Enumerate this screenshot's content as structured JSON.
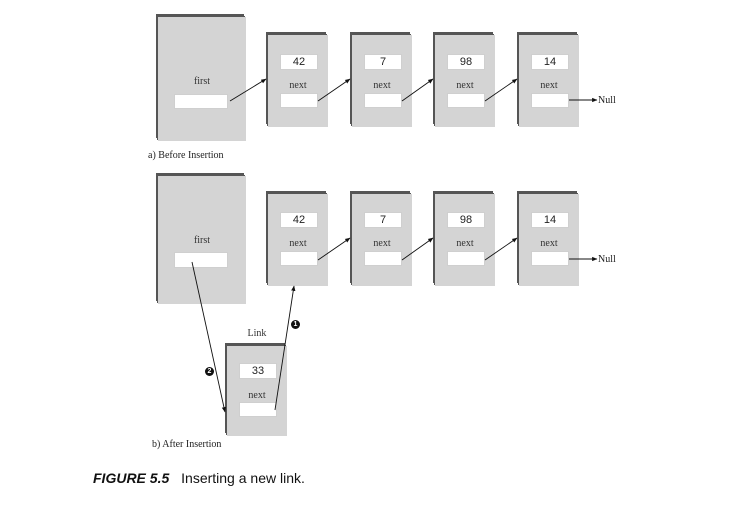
{
  "diagram": {
    "before": {
      "caption": "a) Before Insertion",
      "first_label": "first",
      "nodes": [
        {
          "value": "42",
          "next_label": "next"
        },
        {
          "value": "7",
          "next_label": "next"
        },
        {
          "value": "98",
          "next_label": "next"
        },
        {
          "value": "14",
          "next_label": "next"
        }
      ],
      "null_label": "Null"
    },
    "after": {
      "caption": "b) After Insertion",
      "first_label": "first",
      "nodes": [
        {
          "value": "42",
          "next_label": "next"
        },
        {
          "value": "7",
          "next_label": "next"
        },
        {
          "value": "98",
          "next_label": "next"
        },
        {
          "value": "14",
          "next_label": "next"
        }
      ],
      "null_label": "Null",
      "new_link": {
        "title": "Link",
        "value": "33",
        "next_label": "next"
      },
      "step_markers": [
        "1",
        "2"
      ]
    }
  },
  "figure": {
    "number": "FIGURE 5.5",
    "title": "Inserting a new link."
  }
}
